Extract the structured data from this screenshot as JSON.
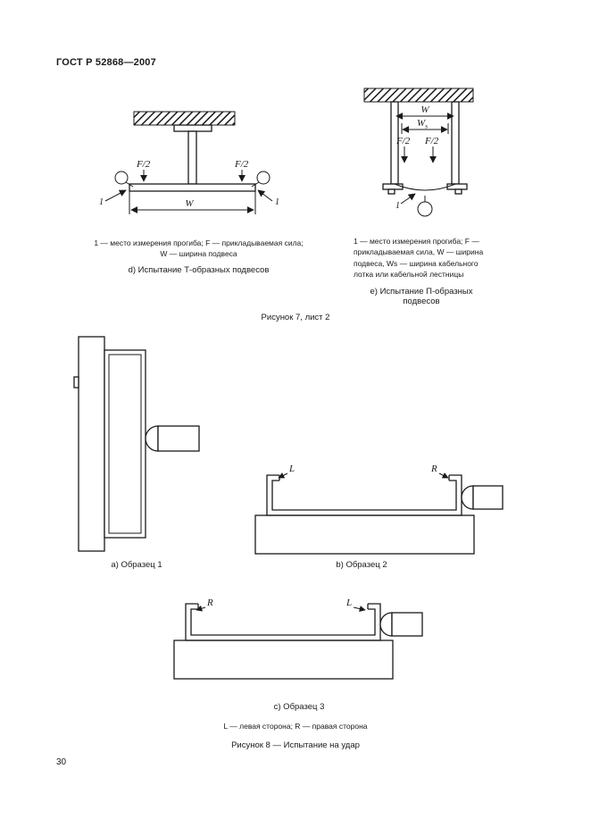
{
  "page": {
    "header": "ГОСТ Р 52868—2007",
    "number": "30"
  },
  "figure7": {
    "caption": "Рисунок 7, лист 2",
    "d": {
      "caption": "d) Испытание Т-образных подвесов",
      "legend": "1 — место измерения прогиба; F — прикладываемая сила; W — ширина подвеса",
      "labels": {
        "force_left": "F/2",
        "force_right": "F/2",
        "width": "W",
        "point_left": "1",
        "point_right": "1"
      }
    },
    "e": {
      "caption": "e) Испытание П-образных подвесов",
      "legend": "1 — место измерения прогиба; F — прикладываемая сила, W — ширина подвеса, Ws — ширина кабельного лотка или кабельной лестницы",
      "labels": {
        "width": "W",
        "ws_main": "W",
        "ws_sub": "s",
        "force_left": "F/2",
        "force_right": "F/2",
        "point": "1"
      }
    }
  },
  "figure8": {
    "caption": "Рисунок 8 — Испытание на удар",
    "note": "L — левая сторона; R — правая сторона",
    "a": {
      "caption": "a) Образец 1"
    },
    "b": {
      "caption": "b) Образец 2",
      "labels": {
        "left": "L",
        "right": "R"
      }
    },
    "c": {
      "caption": "c) Образец 3",
      "labels": {
        "left": "R",
        "right": "L"
      }
    }
  }
}
